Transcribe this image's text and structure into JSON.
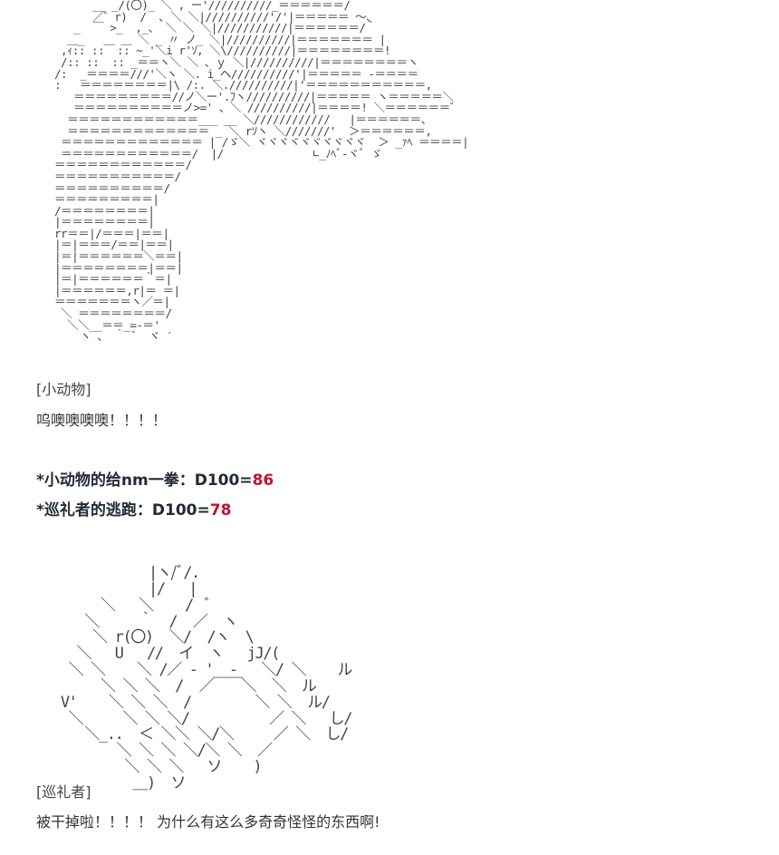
{
  "art_top": "      __ _/(〇)_ ＼ , ー'//////////_＝＝＝＝＝＝/\n      ／゛r)  /  ､ ＼ ＼|//////////'/'|＝＝＝＝＝ ～、\n   _  ￣ >_  ,_、 ＼ ＼ ＼|///////////|＝＝＝＝＝＝/｀\n  ＿_   ＿ ＿ ＼ _ 〃 ノ_ ＼|//////////|＝＝＝＝＝＝＝ |\n ,ｨ:: ::  :: ~_'＼i r'ｿ, ＼\\//////////|＝＝＝＝＝＝＝＝!\n /:: ::  :: _＝＝ヽ＼ ＼ 、ｙ ＼|//////////|＝＝＝＝＝＝＝＝ヽ\n/:  _＝＝＝＝///'＼ヽ ＼. i_ヘ//////////'|＝＝＝＝＝ ‐＝＝＝＝\n:   ＝＝＝＝＝＝＝＝|\\ /:. ＼.//////////|'＝＝＝＝＝＝＝＝＝＝＝,\n   ＝＝＝＝＝＝＝＝＝//ノ＼ー'.ﾌヽ//////////|＝＝＝＝＝ ヽ＝＝＝＝＝＼\n   ＝＝＝＝＝＝＝＝＝＝ノ>=' 、＼ //////////|＝＝＝＝! ＼＝＝＝＝＝＝゛\n  ＝＝＝＝＝＝＝＝＝＝＝＝___ __ ＼////////////   |＝＝＝＝＝＝、\n  ＝＝＝＝＝＝＝＝＝＝＝＝＝ _ ＼ rｿヽ ＼///////'  ＞＝＝＝＝＝＝,\n ＝＝＝＝＝＝＝＝＝＝＝＝＝ | /ゞ＼ ヾヾヾヾヾヾヾヾヾヾ  ＞ _ｧﾍ ＝＝＝＝|\n ＝＝＝＝＝＝＝＝＝＝＝＝/  |/              ∟_ﾉﾍﾞ‐ヾﾞ ゞ\n＝＝＝＝＝＝＝＝＝＝＝＝/\n＝＝＝＝＝＝＝＝＝＝＝/\n＝＝＝＝＝＝＝＝＝＝/\n＝＝＝＝＝＝＝＝＝|\n/＝＝＝＝＝＝＝＝|\n|＝＝＝＝＝＝＝＝|\nrr＝＝|/＝＝＝|＝＝|\n|＝|＝＝＝/＝＝|＝＝|\n|＝|＝＝＝＝＝＝＼＝＝|\n|＝＝＝＝＝＝＝＝|＝＝|\n|＝|＝＝＝＝＝＝｀＝|\n|＝＝＝＝＝＝,r|＝ ＝|\n＝＝＝＝＝＝＝ヽ／＝|\n ＼ ＝＝＝＝＝＝＝＝/\n  ＼＼__＝＝_=‐＝'\n    ヽ 、 ｀ ゛ ヾ ′",
  "name_1": "[小动物]",
  "dialog_1": "呜噢噢噢噢！！！！",
  "roll_1_prefix": "*小动物的给nm一拳：D100=",
  "roll_1_value": "86",
  "roll_2_prefix": "*巡礼者的逃跑：D100=",
  "roll_2_value": "78",
  "art_bottom": "            |ヽ/ﾞ/.\n            |/   |\n      ＼   ＼    /  ﾞ\n    ＼     ｀  /  ／  ヽ\n     ＼ r(〇)  ＼/  /ヽ  \\\n   ＼   U   //  イ  ヽ   jJ/(\n  ＼ ＼    ＼ /／ ‐ '  ‐   ＼/ ＼    ル\n      ＼ ＼ ＼  /  ／￣￣＼  ＼  ル\n V'    ＼ ＼ ＼  /        ＼ ＼  ル/\n  ＼     ＼ ＼ ＼/          ／ ＼   し/\n    ＼_..  ＜ ＼＼ ＼/＼     ／ ＼  し/\n        ＼ ＼ ＼ ＼/＼ ＼  ／\n         ＼ ＼ ＼   ソ    )\n          ＿)  ソ",
  "name_2": "[巡礼者]",
  "dialog_2": "被干掉啦！！！！ 为什么有这么多奇奇怪怪的东西啊!"
}
